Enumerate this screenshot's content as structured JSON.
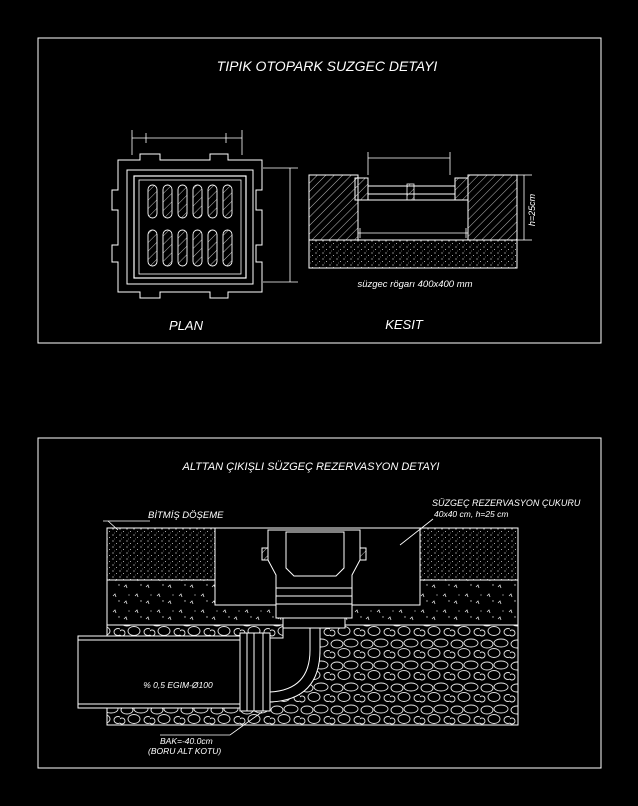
{
  "panel_top": {
    "title": "TIPIK OTOPARK SUZGEC DETAYI",
    "plan_label": "PLAN",
    "section_label": "KESIT",
    "dimension_label": "süzgec rögarı 400x400 mm",
    "height_label": "h=25cm"
  },
  "panel_bottom": {
    "title": "ALTTAN ÇIKIŞLI SÜZGEÇ REZERVASYON DETAYI",
    "floor_label": "BİTMİŞ DÖŞEME",
    "pit_label_line1": "SÜZGEÇ REZERVASYON ÇUKURU",
    "pit_label_line2": "40x40 cm, h=25 cm",
    "pipe_slope_label": "% 0,5 EGIM-Ø100",
    "pipe_level_label_line1": "BAK=-40.0cm",
    "pipe_level_label_line2": "(BORU ALT KOTU)"
  },
  "colors": {
    "background": "#000000",
    "line": "#ffffff",
    "hatch": "#cfcfcf",
    "dim": "#e8e8e8"
  }
}
